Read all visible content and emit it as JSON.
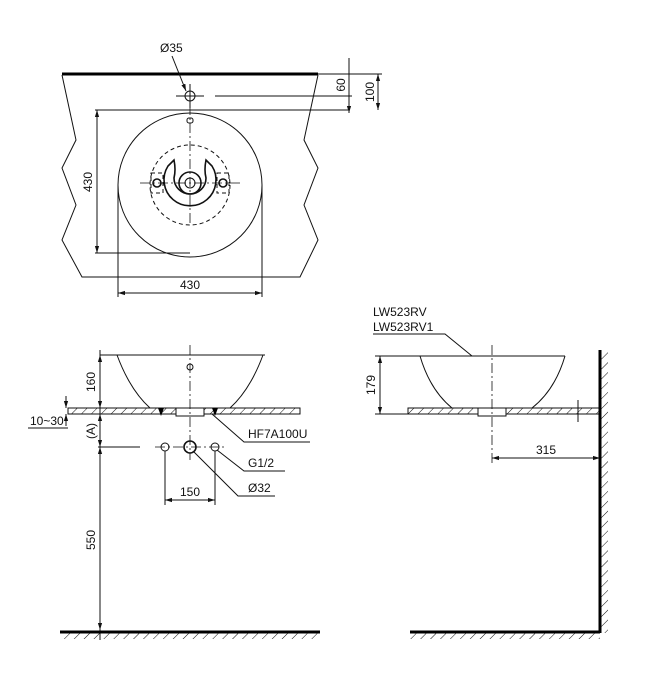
{
  "top_view": {
    "tap_hole_diameter": "Ø35",
    "dim_60": "60",
    "dim_100": "100",
    "dim_depth": "430",
    "dim_width": "430"
  },
  "front_view": {
    "dim_height": "160",
    "dim_counter": "10~30",
    "dim_a": "(A)",
    "dim_150": "150",
    "dim_550": "550",
    "label_drain": "HF7A100U",
    "label_supply": "G1/2",
    "label_waste": "Ø32"
  },
  "side_view": {
    "model_1": "LW523RV",
    "model_2": "LW523RV1",
    "dim_height": "179",
    "dim_wall": "315"
  }
}
